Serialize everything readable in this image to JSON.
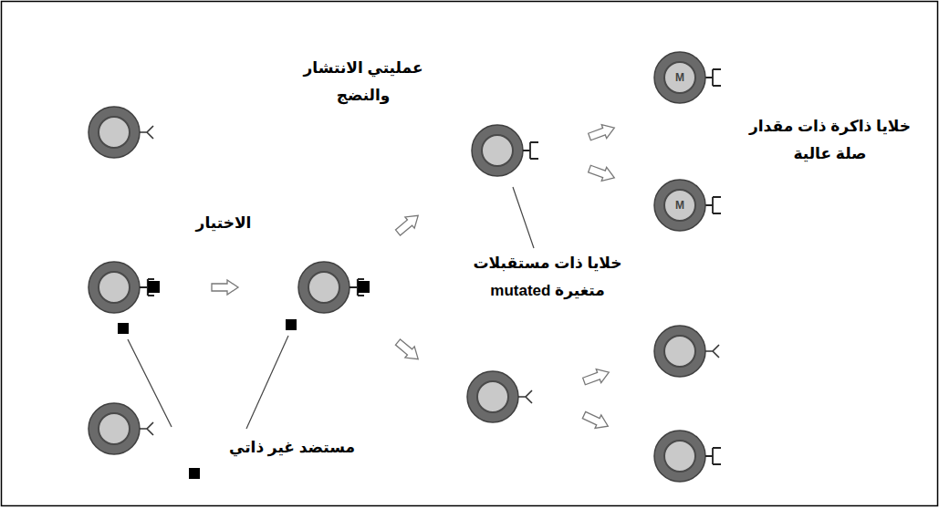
{
  "diagram": {
    "nodes": [
      {
        "text": [
          "M"
        ]
      },
      {
        "text": [
          "M"
        ]
      }
    ],
    "labels": [
      "عمليتي الانتشار والنضج",
      "الاختيار",
      "خلايا ذات مستقبلات متغيرة mutated",
      "خلايا ذاكرة ذات مقدار صلة عالية",
      "مستضد غير ذاتي"
    ]
  }
}
